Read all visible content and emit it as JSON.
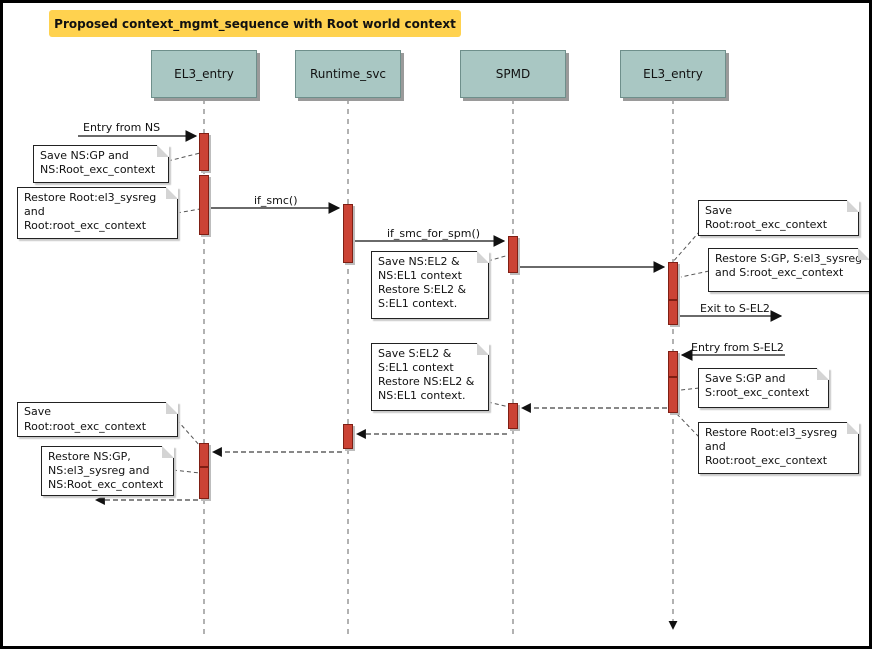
{
  "title": "Proposed context_mgmt_sequence with Root world context",
  "actors": [
    {
      "label": "EL3_entry"
    },
    {
      "label": "Runtime_svc"
    },
    {
      "label": "SPMD"
    },
    {
      "label": "EL3_entry"
    }
  ],
  "messages": {
    "entry_from_ns": "Entry from NS",
    "if_smc": "if_smc()",
    "if_smc_for_spm": "if_smc_for_spm()",
    "exit_to_sel2": "Exit to S-EL2",
    "entry_from_sel2": "Entry from S-EL2"
  },
  "notes": [
    {
      "text": "Save NS:GP and\nNS:Root_exc_context"
    },
    {
      "text": "Restore Root:el3_sysreg\nand\nRoot:root_exc_context"
    },
    {
      "text": "Save NS:EL2 &\nNS:EL1 context\nRestore S:EL2 &\nS:EL1 context."
    },
    {
      "text": "Save Root:root_exc_context"
    },
    {
      "text": "Restore S:GP, S:el3_sysreg\nand S:root_exc_context"
    },
    {
      "text": "Save S:EL2 &\nS:EL1 context\nRestore NS:EL2 &\nNS:EL1 context."
    },
    {
      "text": "Save S:GP and\nS:root_exc_context"
    },
    {
      "text": "Restore Root:el3_sysreg\nand\nRoot:root_exc_context"
    },
    {
      "text": "Save Root:root_exc_context"
    },
    {
      "text": "Restore NS:GP,\nNS:el3_sysreg and\nNS:Root_exc_context"
    }
  ],
  "colors": {
    "title_bg": "#FFD24F",
    "actor_fill": "#A9C7C3",
    "activation_fill": "#CB4335",
    "note_fill": "#FFFFFF",
    "line": "#111111"
  }
}
